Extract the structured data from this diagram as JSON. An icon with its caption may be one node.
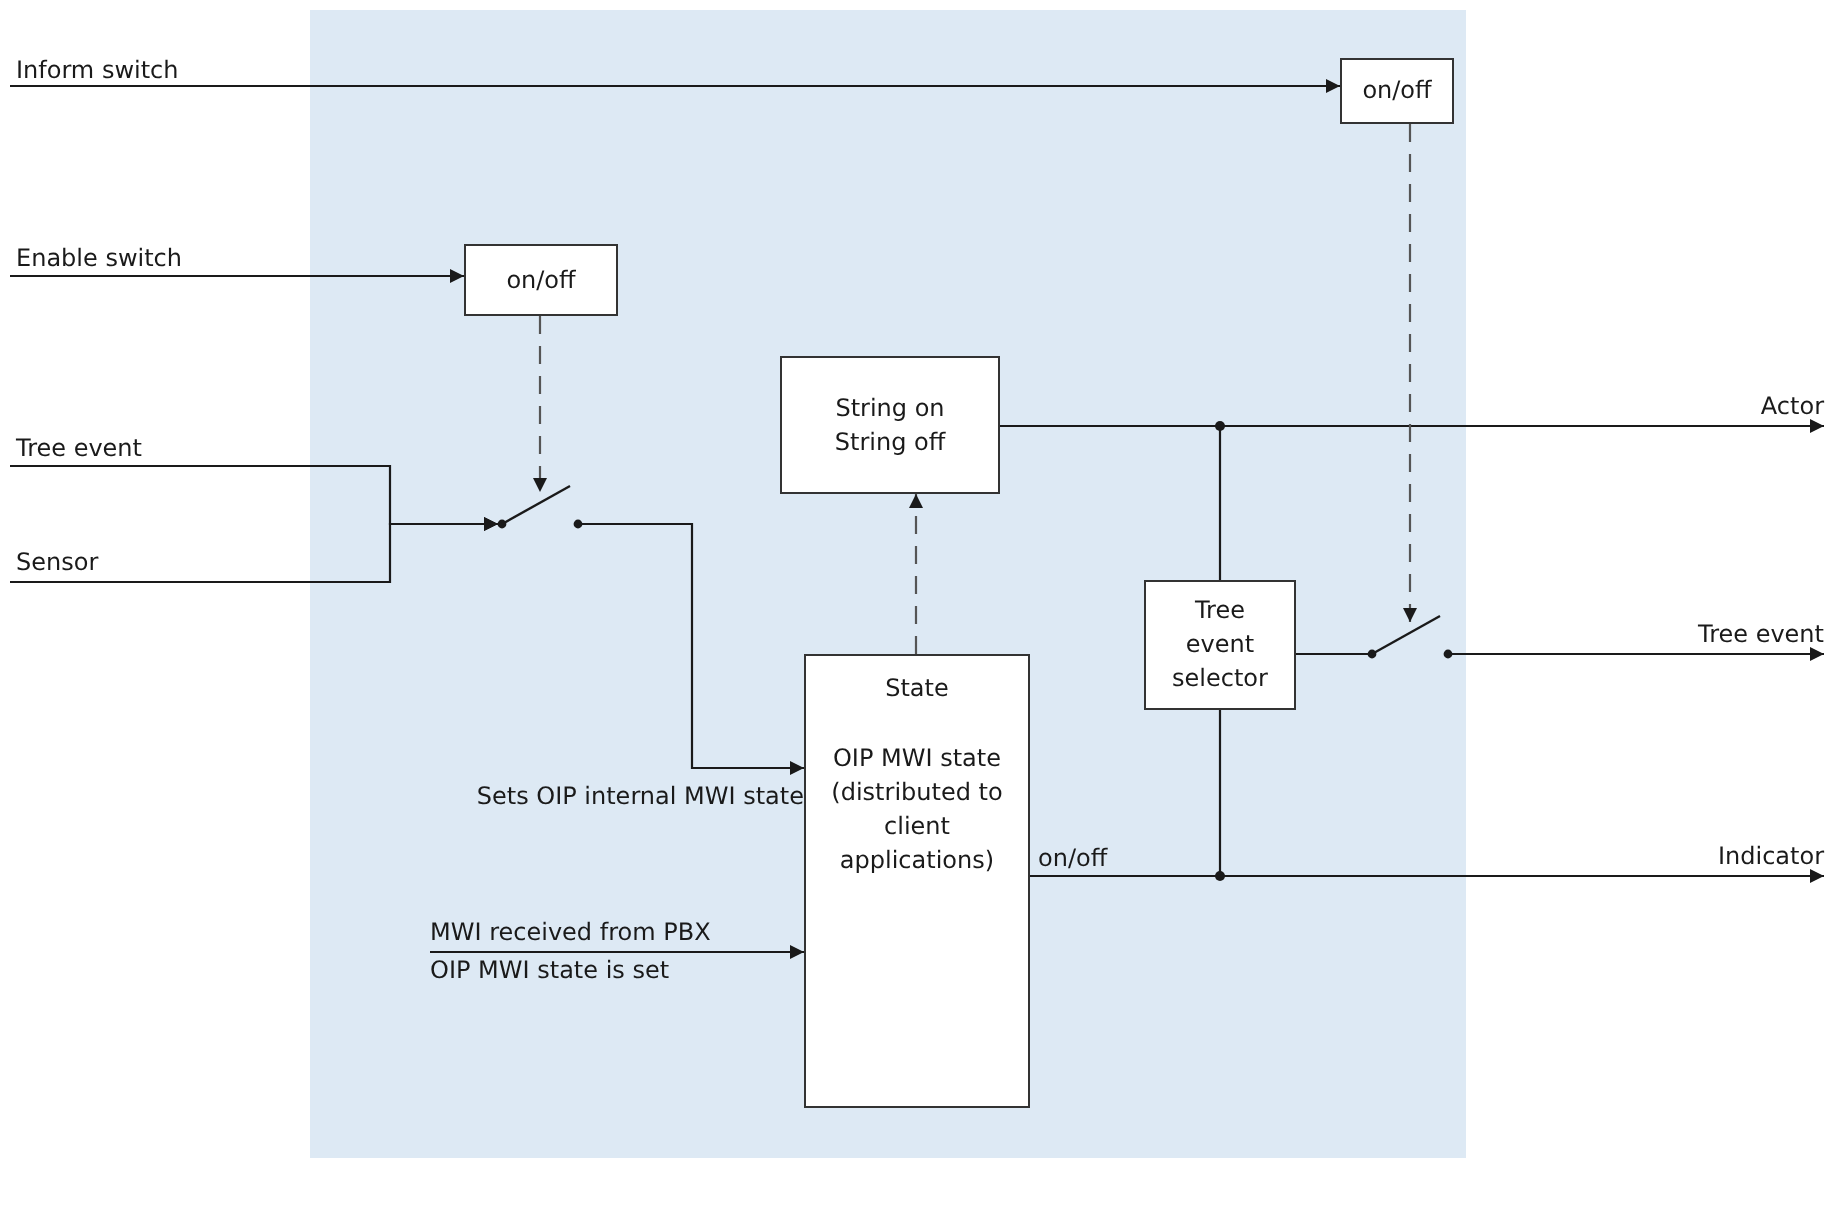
{
  "diagram": {
    "nodes": [
      {
        "text": [
          "Inform switch"
        ]
      },
      {
        "text": [
          "Enable switch"
        ]
      },
      {
        "text": [
          "Tree event"
        ]
      },
      {
        "text": [
          "Sensor"
        ]
      },
      {
        "text": [
          "on/off"
        ]
      },
      {
        "text": [
          "on/off"
        ]
      },
      {
        "text": [
          "String on String off"
        ]
      },
      {
        "text": [],
        "shape": "switch"
      },
      {
        "text": [
          "State",
          "OIP MWI state (distributed to client applications)"
        ]
      },
      {
        "text": [
          "Tree event selector"
        ]
      },
      {
        "text": [],
        "shape": "switch"
      },
      {
        "text": [
          "Actor"
        ]
      },
      {
        "text": [
          "Tree event"
        ]
      },
      {
        "text": [
          "Indicator"
        ]
      },
      {
        "text": [
          "MWI received from PBX",
          "OIP MWI state is set"
        ]
      }
    ],
    "edges": [
      {
        "from": 0,
        "to": 4,
        "arrow": "to"
      },
      {
        "from": 1,
        "to": 5,
        "arrow": "to"
      },
      {
        "from": 2,
        "to": 7,
        "arrow": "to"
      },
      {
        "from": 3,
        "to": 7,
        "arrow": "to"
      },
      {
        "from": 5,
        "to": 7,
        "arrow": "to",
        "style": "dashed"
      },
      {
        "from": 7,
        "to": 8,
        "arrow": "to",
        "label": "Sets OIP internal MWI state"
      },
      {
        "from": 14,
        "to": 8,
        "arrow": "to"
      },
      {
        "from": 8,
        "to": 6,
        "arrow": "to",
        "style": "dashed"
      },
      {
        "from": 6,
        "to": 11,
        "arrow": "to"
      },
      {
        "from": 6,
        "to": 9,
        "arrow": "none"
      },
      {
        "from": 8,
        "to": 13,
        "arrow": "to",
        "label": "on/off"
      },
      {
        "from": 8,
        "to": 9,
        "arrow": "none"
      },
      {
        "from": 9,
        "to": 10,
        "arrow": "none"
      },
      {
        "from": 10,
        "to": 12,
        "arrow": "to"
      },
      {
        "from": 4,
        "to": 10,
        "arrow": "to",
        "style": "dashed"
      }
    ]
  }
}
